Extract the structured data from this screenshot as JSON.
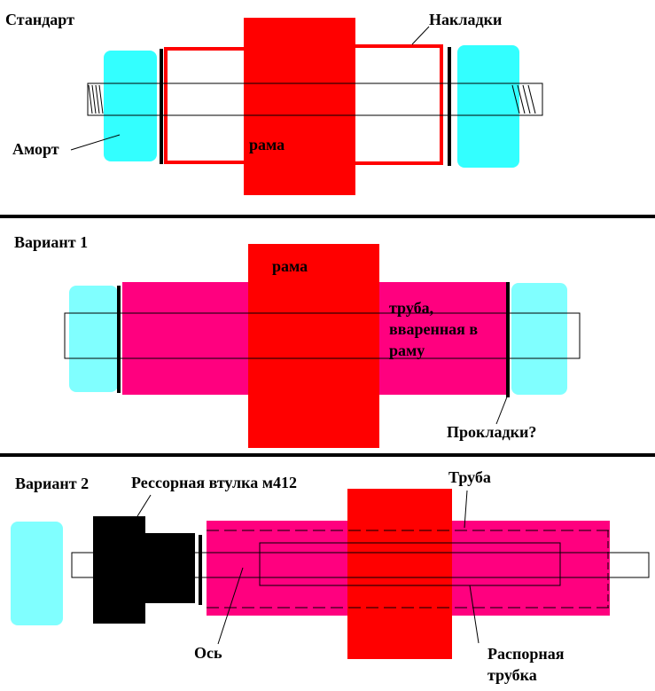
{
  "colors": {
    "cyan": "#33ffff",
    "light_cyan": "#80ffff",
    "red": "#ff0000",
    "magenta": "#ff007f",
    "black": "#000000",
    "white": "#ffffff"
  },
  "section1": {
    "title": "Стандарт",
    "label_overlays": "Накладки",
    "label_shock": "Аморт",
    "label_frame": "рама"
  },
  "section2": {
    "title": "Вариант 1",
    "label_frame": "рама",
    "label_tube_line1": "труба,",
    "label_tube_line2": "вваренная в",
    "label_tube_line3": "раму",
    "label_shims": "Прокладки?"
  },
  "section3": {
    "title": "Вариант 2",
    "label_bushing": "Рессорная втулка м412",
    "label_tube": "Труба",
    "label_axle": "Ось",
    "label_spacer_line1": "Распорная",
    "label_spacer_line2": "трубка"
  }
}
